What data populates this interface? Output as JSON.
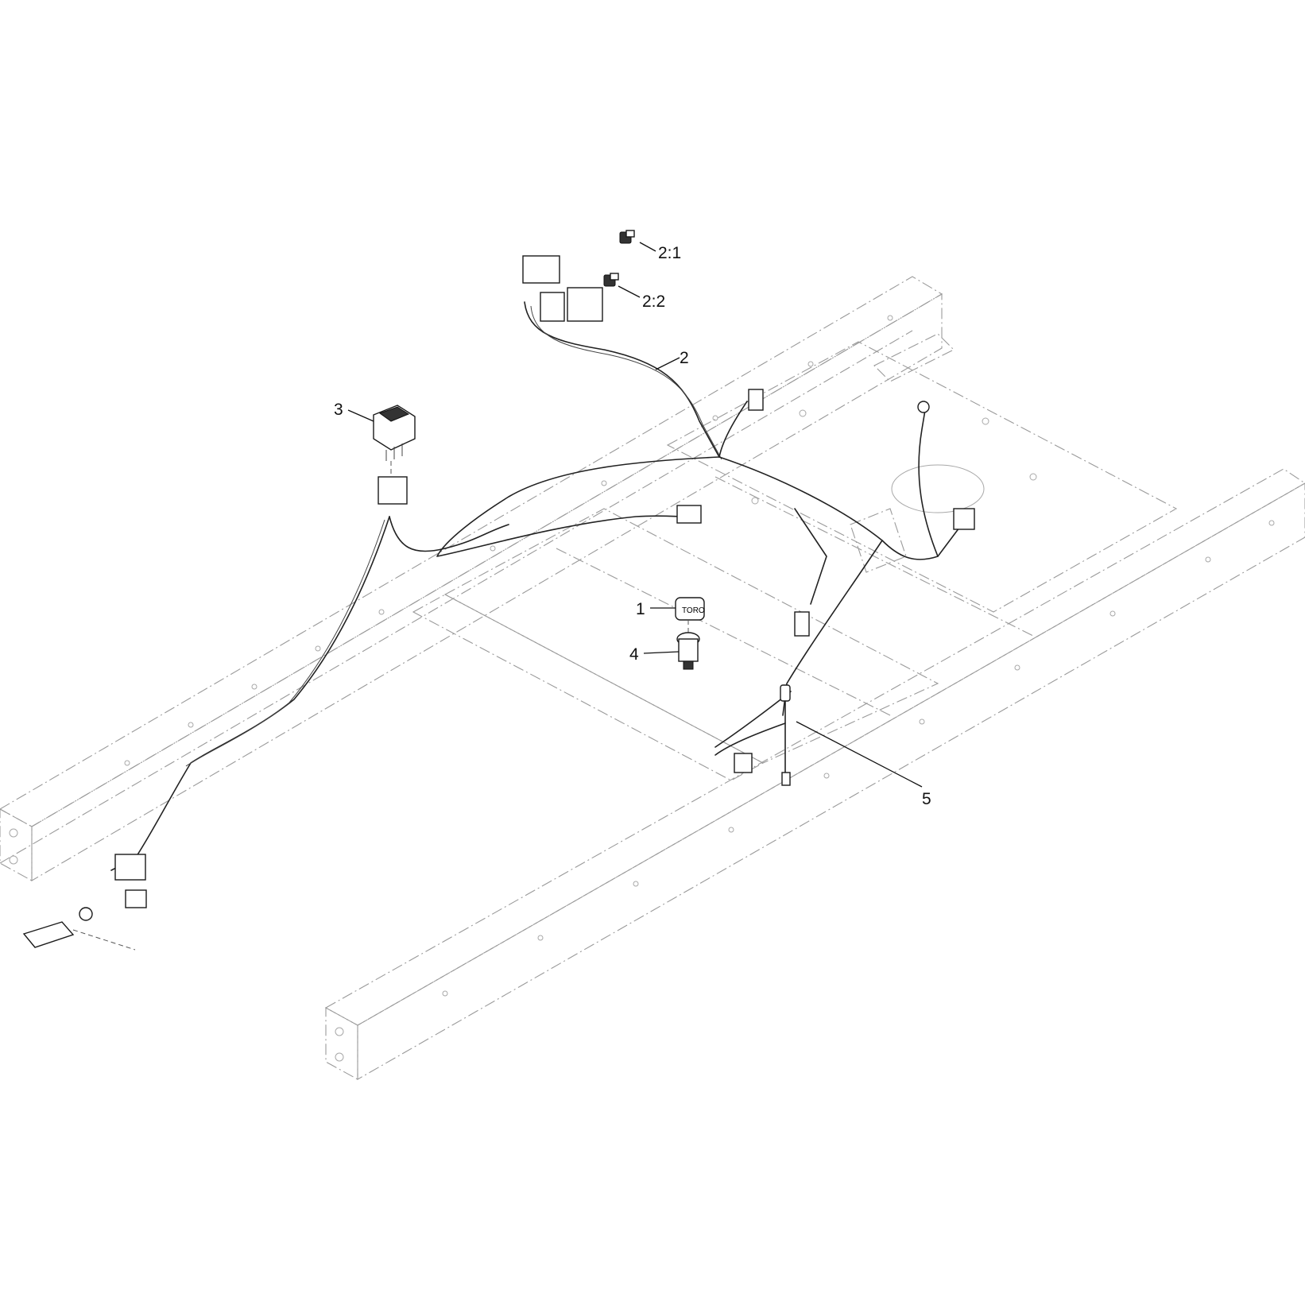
{
  "callouts": {
    "c1": "1",
    "c2": "2",
    "c2_1": "2:1",
    "c2_2": "2:2",
    "c3": "3",
    "c4": "4",
    "c5": "5"
  },
  "key_tag_text": "TORO",
  "colors": {
    "background": "#ffffff",
    "frame_lines": "#9a9a9a",
    "parts": "#1a1a1a"
  }
}
